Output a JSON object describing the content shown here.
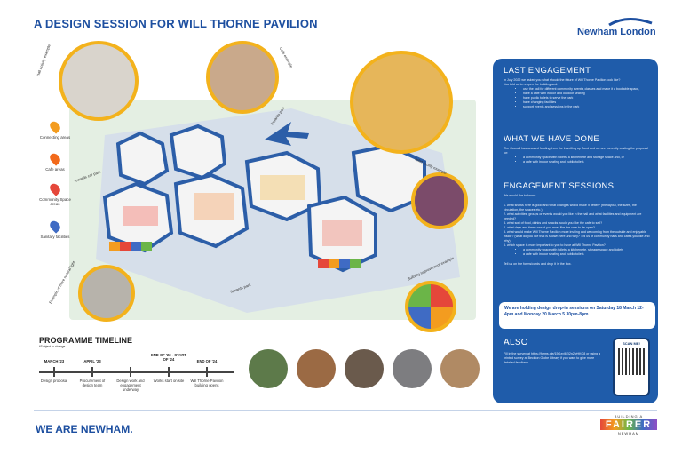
{
  "header": {
    "title": "A DESIGN SESSION FOR WILL THORNE PAVILION",
    "brand": "Newham London"
  },
  "legend": [
    {
      "label": "Connecting areas",
      "color": "#f39c1f"
    },
    {
      "label": "Cafe areas",
      "color": "#f26a1b"
    },
    {
      "label": "Community Space areas",
      "color": "#e5473a"
    },
    {
      "label": "Sanitary facilities",
      "color": "#3f6bc4"
    }
  ],
  "callouts": {
    "hall": "Hall activity example",
    "cafe": "Cafe example",
    "toilet": "Toilet facility example",
    "light": "Example of more natural light",
    "building": "Building improvement example",
    "towards_car_park": "Towards car park",
    "towards_park": "Towards park",
    "towards_park2": "Towards park"
  },
  "panel": {
    "last_engagement_title": "LAST ENGAGEMENT",
    "last_engagement_intro": "In July 2022 we asked you what should the future of Will Thorne Pavilion look like?",
    "last_engagement_told": "You told us to reopen the building and:",
    "last_engagement_items": [
      "use the hall for different community events, classes and make it a bookable space,",
      "have a cafe with indoor and outdoor seating",
      "have public toilets to serve the park",
      "have changing facilities",
      "support events and sessions in the park"
    ],
    "done_title": "WHAT WE HAVE DONE",
    "done_text": "The Council has secured funding from the Levelling up Fund and we are currently costing the proposal for:",
    "done_items": [
      "a community space with toilets, a kitchenette and storage space and, or",
      "a cafe with indoor seating and public toilets"
    ],
    "sessions_title": "ENGAGEMENT SESSIONS",
    "sessions_intro": "We would like to know:",
    "sessions_questions": [
      "1. what shows here is good and what changes would make it better? (the layout, the sizes, the circulation, the spaces etc.)",
      "2. what activities, groups or events would you like in the hall and what facilities and equipment are needed?",
      "3. what sort of food, drinks and snacks would you like the cafe to sell?",
      "4. what days and times would you most like the cafe to be open?",
      "5. what would make Will Thorne Pavilion more inviting and welcoming from the outside and enjoyable inside? (what do you like that is shown here and why? Tell us of community halls and cafes you like and why)",
      "6. which space is more important to you to have at Will Thorne Pavilion?"
    ],
    "sessions_items": [
      "a community space with toilets, a kitchenette, storage space and toilets",
      "a cafe with indoor seating and public toilets"
    ],
    "sessions_outro": "Tell us on the forms/cards and drop it in the box.",
    "dropin": "We are holding design drop-in sessions on Saturday 18 March 12-4pm and Monday 20 March 5.30pm-8pm.",
    "also_title": "ALSO",
    "also_text": "Fill in the survey at https://forms.gle/15Qzvi6Ei2n2wHKG8 or using a printed survey at Beckton Globe Library if you want to give more detailed feedback.",
    "scan_label": "SCAN ME!"
  },
  "timeline": {
    "title": "PROGRAMME TIMELINE",
    "subtitle": "*Subject to change",
    "steps": [
      {
        "date": "MARCH '23",
        "label": "Design proposal"
      },
      {
        "date": "APRIL '23",
        "label": "Procurement of design team"
      },
      {
        "date": "",
        "label": "Design work and engagement underway"
      },
      {
        "date": "END OF '23 - START OF '24",
        "label": "Works start on site"
      },
      {
        "date": "END OF '24",
        "label": "Will Thorne Pavilion building opens"
      }
    ]
  },
  "footer": {
    "slogan": "WE ARE NEWHAM.",
    "badge_top": "BUILDING A",
    "badge_main": "FAIRER",
    "badge_bottom": "NEWHAM"
  },
  "colors": {
    "brand_blue": "#1d4fa0",
    "panel_blue": "#1f5caa",
    "accent_yellow": "#f3b21c"
  }
}
